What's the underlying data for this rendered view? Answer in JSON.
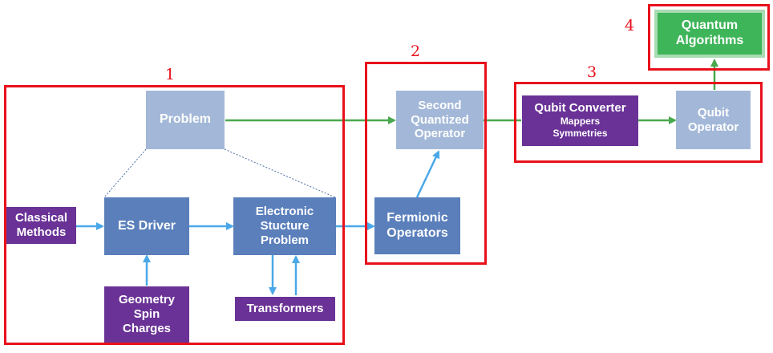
{
  "regions": [
    {
      "number": "1"
    },
    {
      "number": "2"
    },
    {
      "number": "3"
    },
    {
      "number": "4"
    }
  ],
  "nodes": {
    "problem": {
      "label": "Problem"
    },
    "classical_methods": {
      "lines": [
        "Classical",
        "Methods"
      ]
    },
    "es_driver": {
      "label": "ES Driver"
    },
    "electronic_structure_problem": {
      "lines": [
        "Electronic",
        "Stucture",
        "Problem"
      ]
    },
    "geometry": {
      "lines": [
        "Geometry",
        "Spin",
        "Charges"
      ]
    },
    "transformers": {
      "label": "Transformers"
    },
    "second_quantized_operator": {
      "lines": [
        "Second",
        "Quantized",
        "Operator"
      ]
    },
    "fermionic_operators": {
      "lines": [
        "Fermionic",
        "Operators"
      ]
    },
    "qubit_converter": {
      "title": "Qubit Converter",
      "subs": [
        "Mappers",
        "Symmetries"
      ]
    },
    "qubit_operator": {
      "lines": [
        "Qubit",
        "Operator"
      ]
    },
    "quantum_algorithms": {
      "lines": [
        "Quantum",
        "Algorithms"
      ]
    }
  },
  "colors": {
    "light_box": "#a3b8d8",
    "mid_box": "#5a7fbb",
    "purple_box": "#6a3296",
    "green_box": "#3fb55a",
    "region_border": "#e8111b",
    "blue_arrow": "#4aa8e8",
    "green_arrow": "#4aa84e"
  }
}
